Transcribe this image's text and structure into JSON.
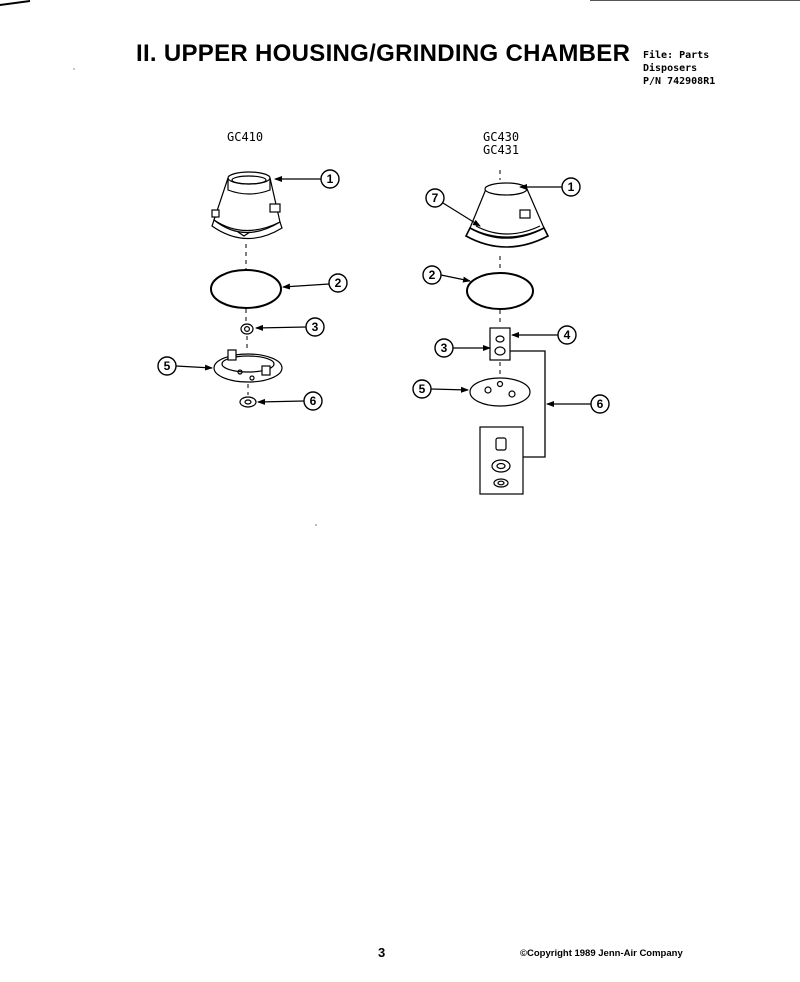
{
  "title": "II. UPPER HOUSING/GRINDING CHAMBER",
  "file_info": {
    "line1": "File: Parts",
    "line2": "Disposers",
    "line3": "P/N 742908R1"
  },
  "left_model": "GC410",
  "right_models": [
    "GC430",
    "GC431"
  ],
  "left_callouts": [
    "1",
    "2",
    "3",
    "5",
    "6"
  ],
  "right_callouts": [
    "1",
    "7",
    "2",
    "4",
    "3",
    "5",
    "6"
  ],
  "footer": {
    "page_number": "3",
    "copyright": "©Copyright 1989 Jenn-Air Company"
  }
}
